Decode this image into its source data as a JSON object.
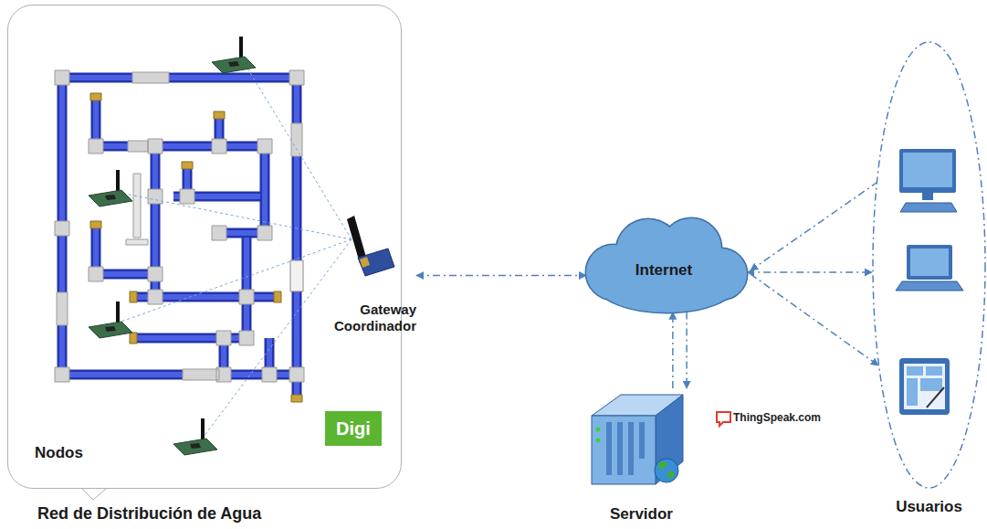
{
  "diagram": {
    "nodes": [
      {
        "text": [
          "Nodos",
          "Red de Distribución de Agua"
        ]
      },
      {
        "text": [
          "Gateway Coordinador"
        ],
        "in": 0
      },
      {
        "text": [
          "Internet"
        ]
      },
      {
        "text": [
          "Servidor"
        ]
      },
      {
        "text": [
          "Usuarios"
        ]
      }
    ],
    "edges": [
      {
        "from": 1,
        "to": 2,
        "arrow": "both"
      },
      {
        "from": 3,
        "to": 2,
        "arrow": "to"
      },
      {
        "from": 2,
        "to": 3,
        "arrow": "to"
      },
      {
        "from": 2,
        "to": 4,
        "arrow": "both"
      }
    ],
    "labels": [
      "ThingSpeak.com",
      "Digi"
    ]
  }
}
